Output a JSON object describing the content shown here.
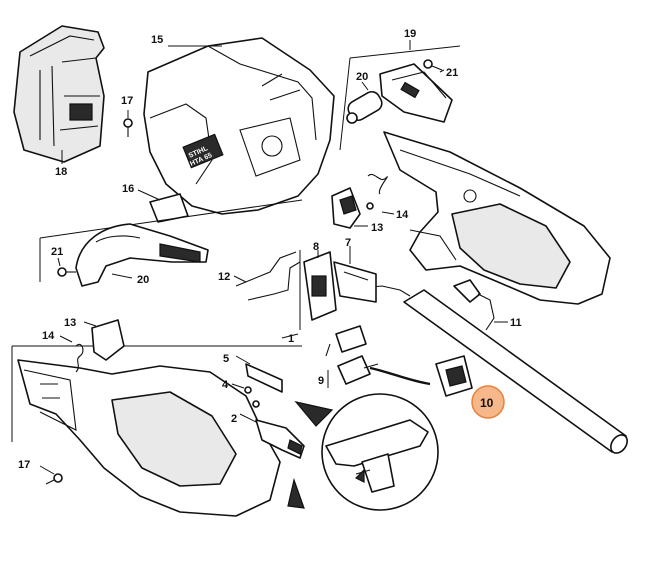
{
  "callouts": {
    "c1": "1",
    "c2": "2",
    "c4": "4",
    "c5": "5",
    "c7": "7",
    "c8": "8",
    "c9": "9",
    "c10": "10",
    "c11": "11",
    "c12": "12",
    "c13a": "13",
    "c13b": "13",
    "c14a": "14",
    "c14b": "14",
    "c15": "15",
    "c16": "16",
    "c17a": "17",
    "c17b": "17",
    "c18": "18",
    "c19": "19",
    "c20a": "20",
    "c20b": "20",
    "c21a": "21",
    "c21b": "21"
  },
  "highlight": {
    "callout": "10",
    "color": "#f6b88a",
    "border": "#e8823a"
  },
  "housing_marking": {
    "line1": "STIHL",
    "line2": "HTA 65"
  }
}
